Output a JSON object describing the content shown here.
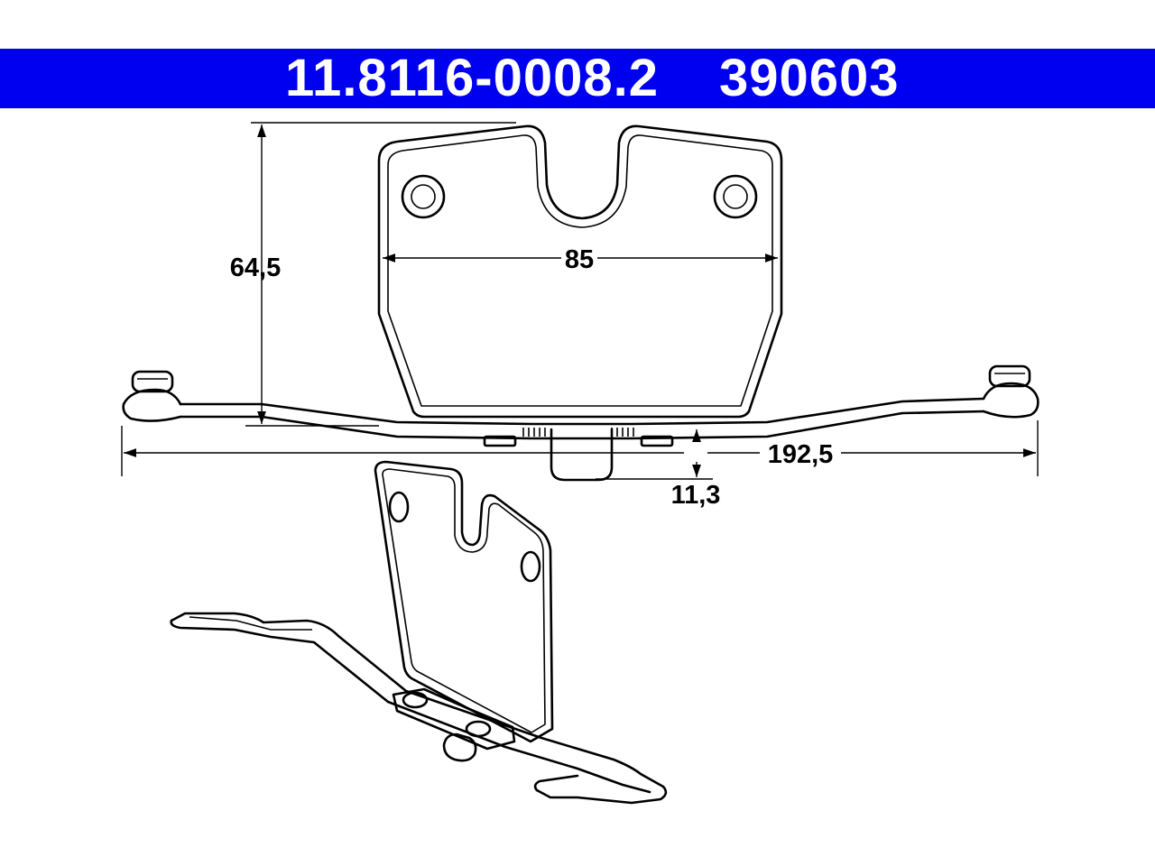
{
  "header": {
    "article_number": "11.8116-0008.2",
    "reference_number": "390603",
    "background_color": "#0000f0",
    "text_color": "#ffffff"
  },
  "dimensions": {
    "height": "64,5",
    "width_inner": "85",
    "width_overall": "192,5",
    "offset": "11,3"
  }
}
